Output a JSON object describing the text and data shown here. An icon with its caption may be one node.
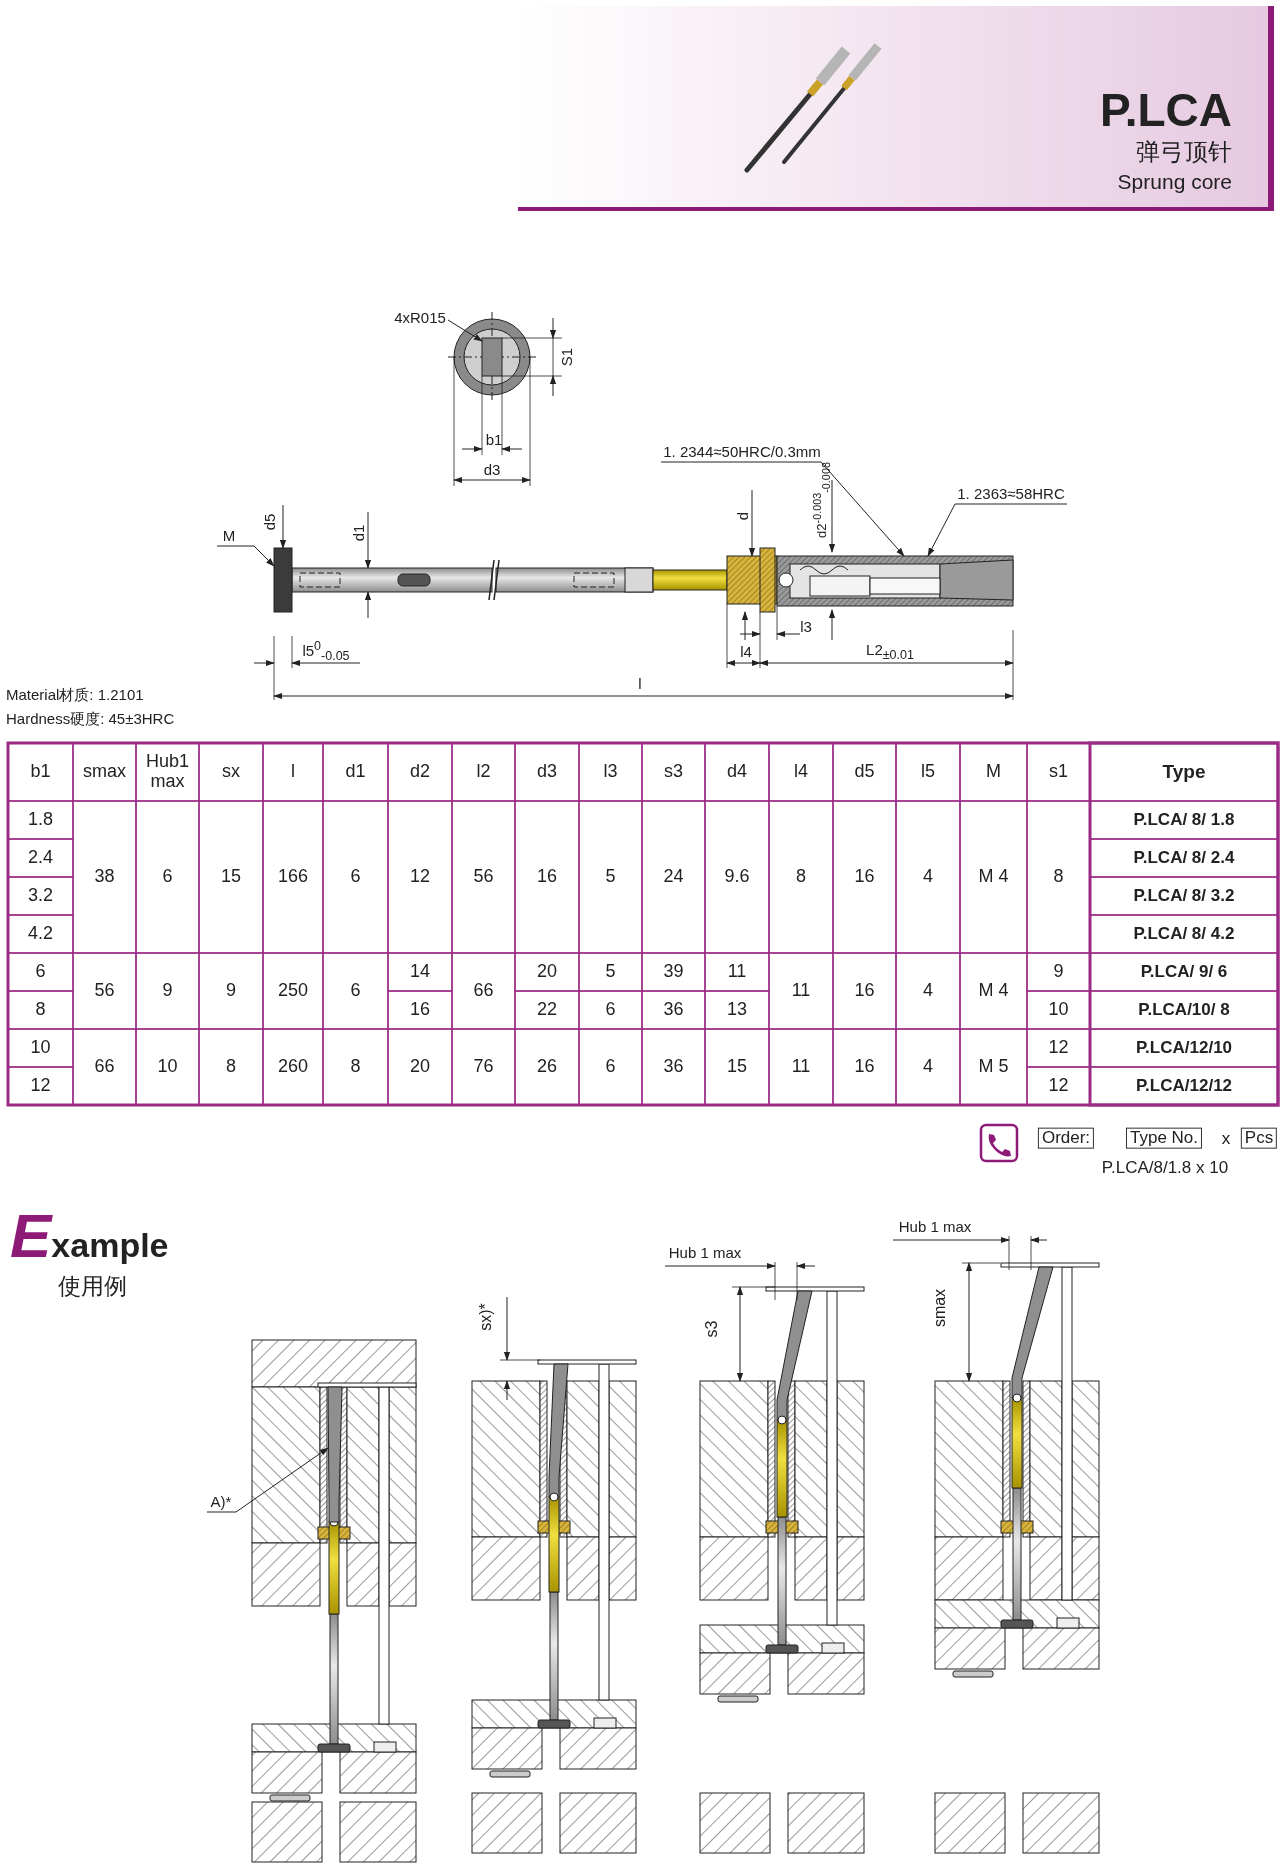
{
  "diagram": {
    "title": "P.LCA",
    "nodes": [
      {
        "text": [
          "4xR015"
        ]
      },
      {
        "text": [
          "1. 2344≈50HRC/0.3mm"
        ]
      },
      {
        "text": [
          "1. 2363≈58HRC"
        ]
      },
      {
        "text": [
          "M"
        ]
      },
      {
        "text": [
          "Order:"
        ]
      },
      {
        "text": [
          "Type No."
        ]
      },
      {
        "text": [
          "Pcs"
        ]
      },
      {
        "text": [
          "A)*"
        ]
      },
      {
        "text": [],
        "shape": "box"
      },
      {
        "text": [],
        "shape": "box"
      },
      {
        "text": [],
        "shape": "cylinder"
      },
      {
        "text": [],
        "shape": "bar"
      }
    ],
    "edges": [
      {
        "from": 0,
        "to": 8,
        "arrow": "to"
      },
      {
        "from": 1,
        "to": 10,
        "arrow": "to"
      },
      {
        "from": 2,
        "to": 10,
        "arrow": "to"
      },
      {
        "from": 3,
        "to": 9,
        "arrow": "to"
      },
      {
        "from": 7,
        "to": 11,
        "arrow": "to"
      }
    ],
    "labels": [
      "弹弓顶针",
      "Sprung core",
      "S1",
      "b1",
      "d3",
      "d2$^{-0.003}$$_{-0.008}$",
      "d",
      "d5",
      "d1",
      "l3",
      "l4",
      "L2$_{±0.01}$",
      "l5$^{0}$$_{-0.05}$",
      "l",
      "Material材质: 1.2101",
      "Hardness硬度: 45±3HRC",
      "b1",
      "smax",
      "Hub1 max",
      "sx",
      "l",
      "d1",
      "d2",
      "l2",
      "d3",
      "l3",
      "s3",
      "d4",
      "l4",
      "d5",
      "l5",
      "M",
      "s1",
      "Type",
      "1.8",
      "38",
      "6",
      "15",
      "166",
      "6",
      "12",
      "56",
      "16",
      "5",
      "24",
      "9.6",
      "8",
      "16",
      "4",
      "M 4",
      "8",
      "P.LCA/ 8/ 1.8",
      "2.4",
      "P.LCA/ 8/ 2.4",
      "3.2",
      "P.LCA/ 8/ 3.2",
      "4.2",
      "P.LCA/ 8/ 4.2",
      "6",
      "56",
      "9",
      "9",
      "250",
      "6",
      "14",
      "66",
      "20",
      "5",
      "39",
      "11",
      "11",
      "16",
      "4",
      "M 4",
      "9",
      "P.LCA/ 9/ 6",
      "8",
      "16",
      "22",
      "6",
      "36",
      "13",
      "10",
      "P.LCA/10/ 8",
      "10",
      "66",
      "10",
      "8",
      "260",
      "8",
      "20",
      "76",
      "26",
      "6",
      "36",
      "15",
      "11",
      "16",
      "4",
      "M 5",
      "12",
      "P.LCA/12/10",
      "12",
      "12",
      "P.LCA/12/12",
      "x",
      "P.LCA/8/1.8 x 10",
      "Example",
      "使用例",
      "sx)*",
      "Hub 1 max",
      "s3",
      "Hub 1 max",
      "smax"
    ]
  }
}
